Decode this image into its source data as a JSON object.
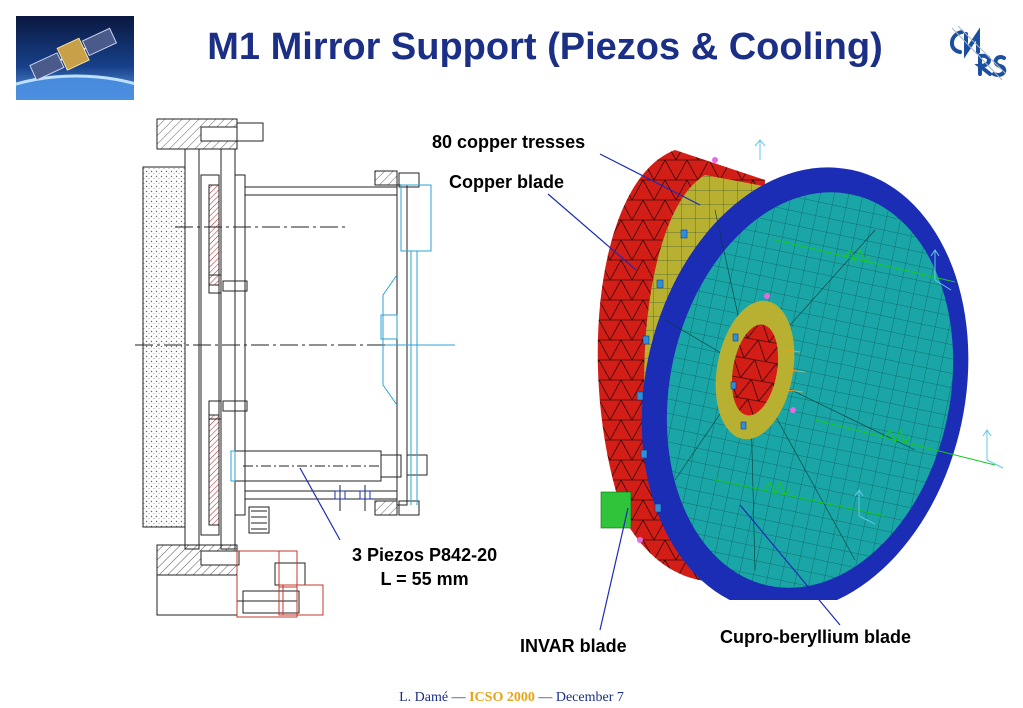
{
  "slide": {
    "title": "M1 Mirror Support (Piezos & Cooling)",
    "labels": {
      "copper_tresses": "80 copper tresses",
      "copper_blade": "Copper blade",
      "piezos_line1": "3 Piezos P842-20",
      "piezos_line2": "L = 55 mm",
      "invar_blade": "INVAR blade",
      "cupro_beryllium_blade": "Cupro-beryllium blade"
    },
    "footer": {
      "author": "L. Damé —",
      "conference": "ICSO 2000",
      "date": "— December 7"
    }
  },
  "colors": {
    "title": "#1b2f86",
    "highlight": "#e8a418",
    "outer_ring": "#d31d17",
    "invar": "#b8b030",
    "blue_ring": "#1a2db4",
    "teal_face": "#1aa6a6"
  }
}
